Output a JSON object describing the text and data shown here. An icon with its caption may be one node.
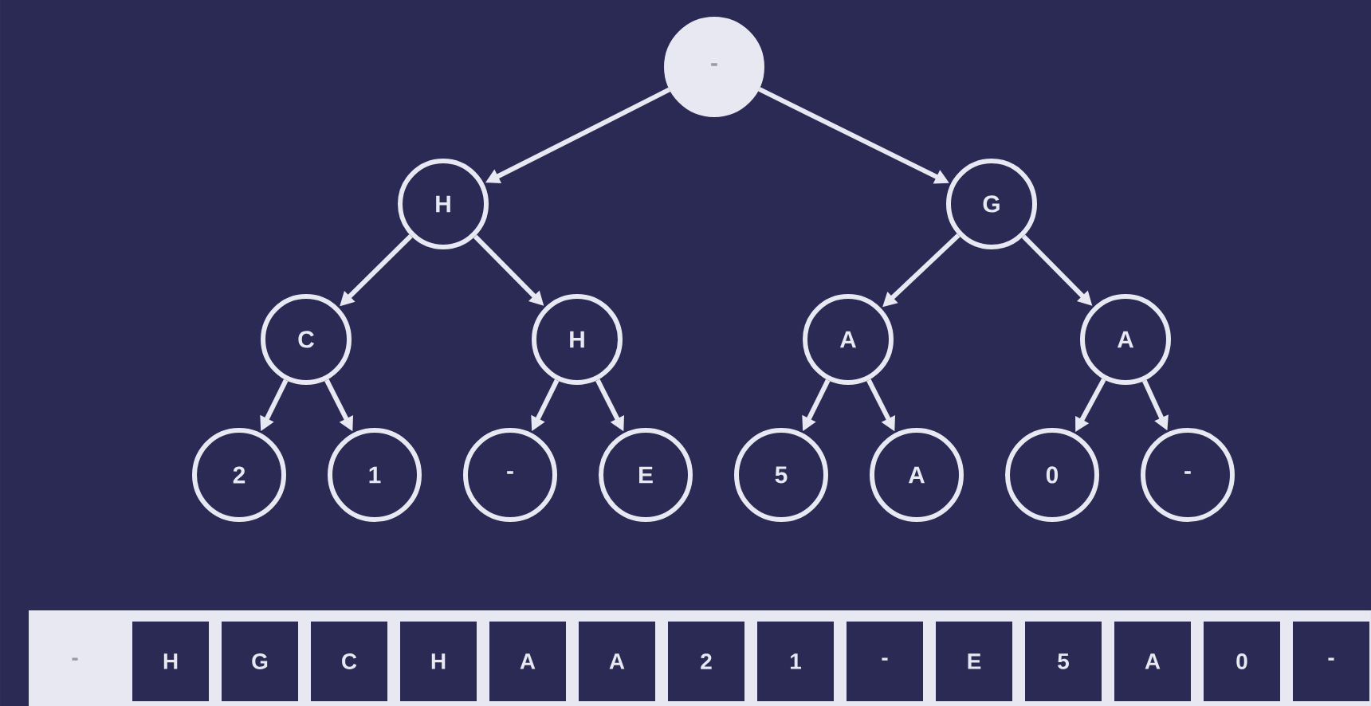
{
  "diagram": {
    "nodes": [
      {
        "text": [
          "-"
        ]
      },
      {
        "text": [
          "H"
        ]
      },
      {
        "text": [
          "G"
        ]
      },
      {
        "text": [
          "C"
        ]
      },
      {
        "text": [
          "H"
        ]
      },
      {
        "text": [
          "A"
        ]
      },
      {
        "text": [
          "A"
        ]
      },
      {
        "text": [
          "2"
        ]
      },
      {
        "text": [
          "1"
        ]
      },
      {
        "text": [
          "-"
        ]
      },
      {
        "text": [
          "E"
        ]
      },
      {
        "text": [
          "5"
        ]
      },
      {
        "text": [
          "A"
        ]
      },
      {
        "text": [
          "0"
        ]
      },
      {
        "text": [
          "-"
        ]
      }
    ],
    "edges": [
      {
        "from": 0,
        "to": 1,
        "arrow": "to"
      },
      {
        "from": 0,
        "to": 2,
        "arrow": "to"
      },
      {
        "from": 1,
        "to": 3,
        "arrow": "to"
      },
      {
        "from": 1,
        "to": 4,
        "arrow": "to"
      },
      {
        "from": 2,
        "to": 5,
        "arrow": "to"
      },
      {
        "from": 2,
        "to": 6,
        "arrow": "to"
      },
      {
        "from": 3,
        "to": 7,
        "arrow": "to"
      },
      {
        "from": 3,
        "to": 8,
        "arrow": "to"
      },
      {
        "from": 4,
        "to": 9,
        "arrow": "to"
      },
      {
        "from": 4,
        "to": 10,
        "arrow": "to"
      },
      {
        "from": 5,
        "to": 11,
        "arrow": "to"
      },
      {
        "from": 5,
        "to": 12,
        "arrow": "to"
      },
      {
        "from": 6,
        "to": 13,
        "arrow": "to"
      },
      {
        "from": 6,
        "to": 14,
        "arrow": "to"
      }
    ],
    "labels": [
      "-",
      "H",
      "G",
      "C",
      "H",
      "A",
      "A",
      "2",
      "1",
      "-",
      "E",
      "5",
      "A",
      "0",
      "-"
    ]
  }
}
